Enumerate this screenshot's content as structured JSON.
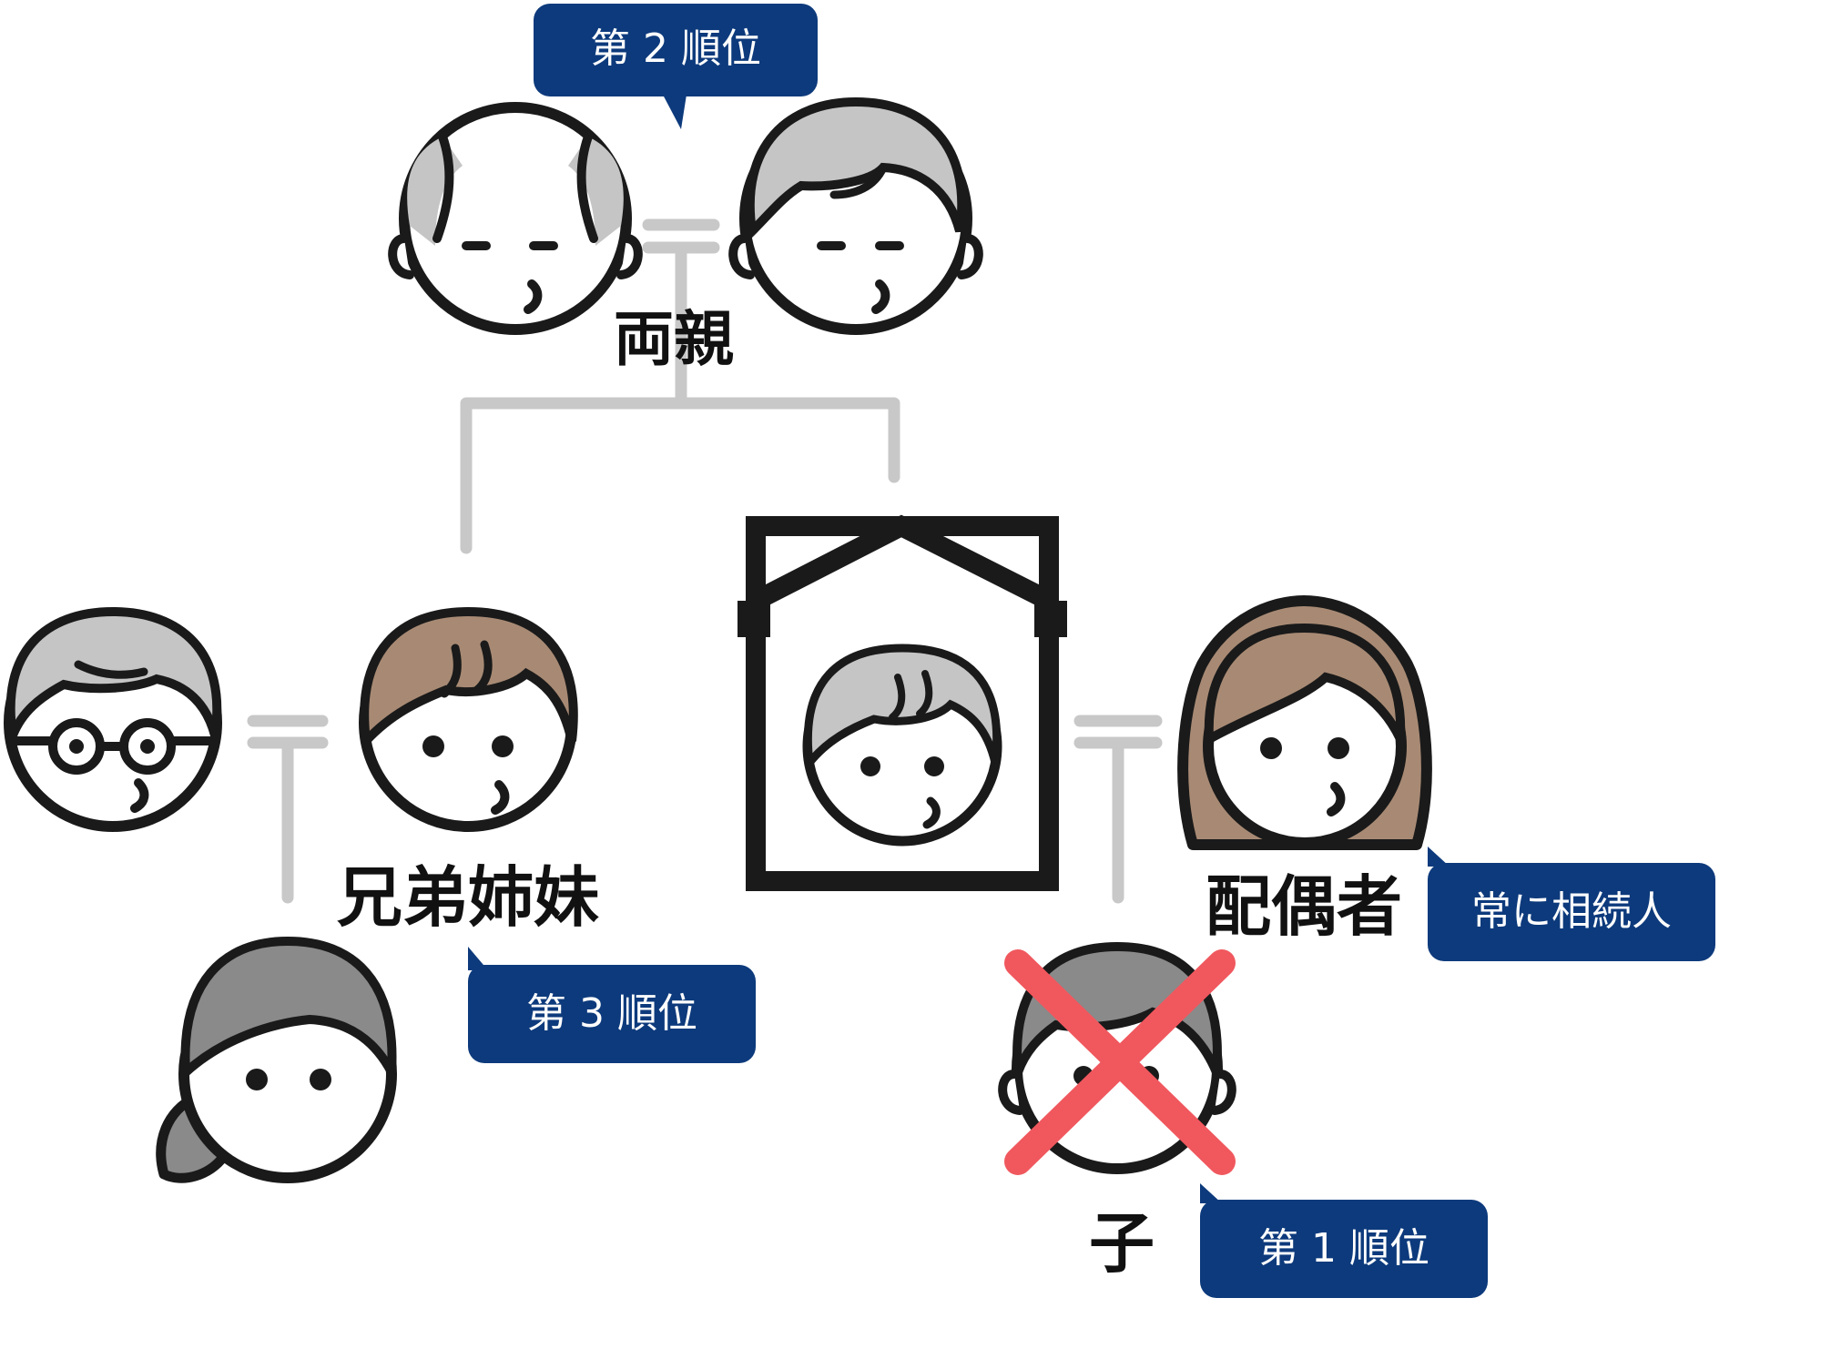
{
  "labels": {
    "parents": "両親",
    "siblings": "兄弟姉妹",
    "spouse": "配偶者",
    "child": "子"
  },
  "callouts": {
    "rank2": "第 2 順位",
    "rank3": "第 3 順位",
    "rank1": "第 1 順位",
    "always": "常に相続人"
  },
  "colors": {
    "callout_bg": "#0d3a7c",
    "line": "#c8c8c8",
    "outline": "#1a1a1a",
    "hair_gray": "#c5c5c5",
    "hair_brown": "#a88a74",
    "hair_dark": "#8a8a8a",
    "cross": "#f0585e"
  },
  "icons": {
    "parent_left": "bald-man-icon",
    "parent_right": "gray-haired-man-icon",
    "sibling_spouse": "man-with-glasses-icon",
    "sibling": "brown-haired-man-icon",
    "deceased": "memorial-portrait-icon",
    "spouse": "woman-icon",
    "sibling_child": "ponytail-woman-icon",
    "child": "child-icon",
    "crossed_out": "cross-mark-icon"
  }
}
